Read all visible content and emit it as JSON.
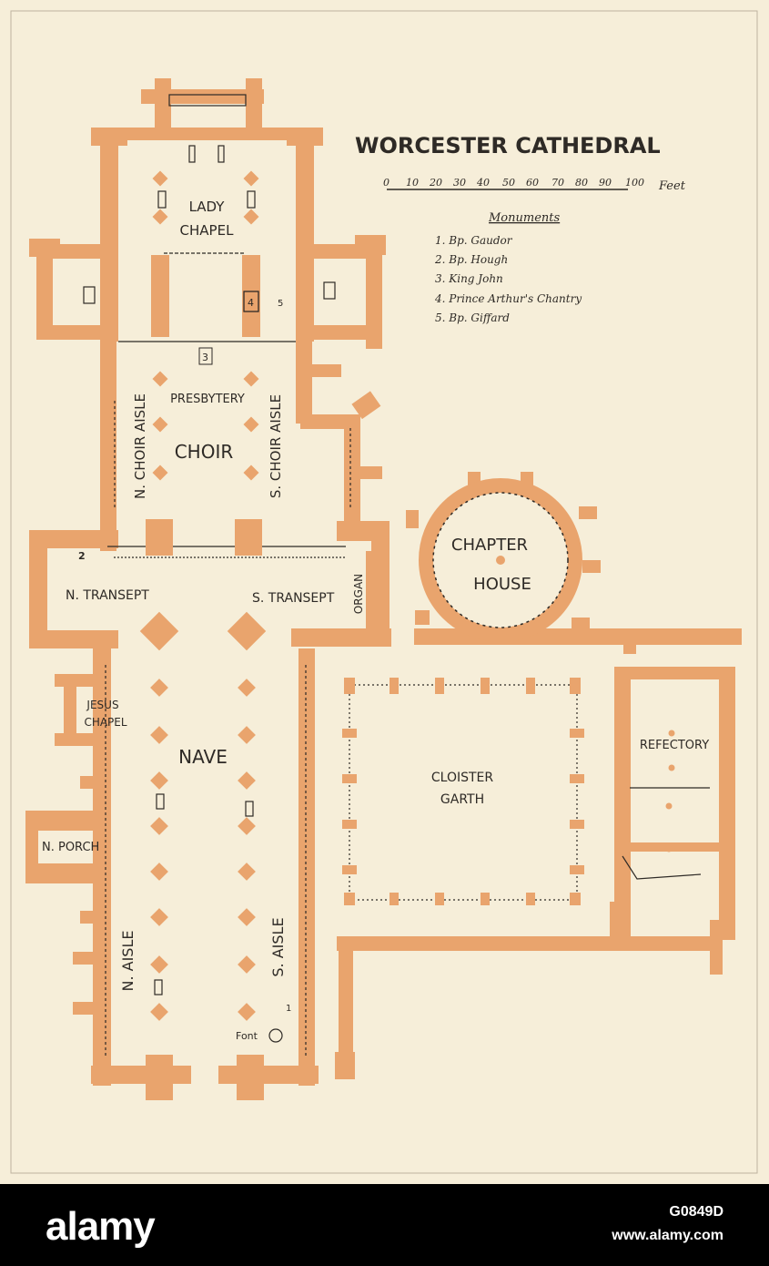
{
  "map": {
    "title": "WORCESTER CATHEDRAL",
    "scale": {
      "ticks": [
        "0",
        "10",
        "20",
        "30",
        "40",
        "50",
        "60",
        "70",
        "80",
        "90",
        "100"
      ],
      "unit": "Feet"
    },
    "legend": {
      "heading": "Monuments",
      "items": [
        "1. Bp. Gaudor",
        "2. Bp. Hough",
        "3. King John",
        "4. Prince Arthur's Chantry",
        "5. Bp. Giffard"
      ]
    },
    "labels": {
      "lady_chapel_1": "LADY",
      "lady_chapel_2": "CHAPEL",
      "presbytery": "PRESBYTERY",
      "choir": "CHOIR",
      "n_choir_aisle": "N. CHOIR AISLE",
      "s_choir_aisle": "S. CHOIR AISLE",
      "n_transept": "N. TRANSEPT",
      "s_transept": "S. TRANSEPT",
      "organ": "ORGAN",
      "chapter_1": "CHAPTER",
      "chapter_2": "HOUSE",
      "jesus_1": "JESUS",
      "jesus_2": "CHAPEL",
      "nave": "NAVE",
      "n_porch": "N. PORCH",
      "cloister_1": "CLOISTER",
      "cloister_2": "GARTH",
      "refectory": "REFECTORY",
      "n_aisle": "N. AISLE",
      "s_aisle": "S. AISLE",
      "font": "Font"
    },
    "markers": {
      "m1": "1",
      "m2": "2",
      "m3": "3",
      "m4": "4",
      "m5": "5"
    },
    "colors": {
      "paper": "#f6eed9",
      "wall": "#e9a46d",
      "ink": "#2e2a26"
    }
  },
  "watermark": {
    "logo": "alamy",
    "image_id": "G0849D",
    "url": "www.alamy.com"
  }
}
